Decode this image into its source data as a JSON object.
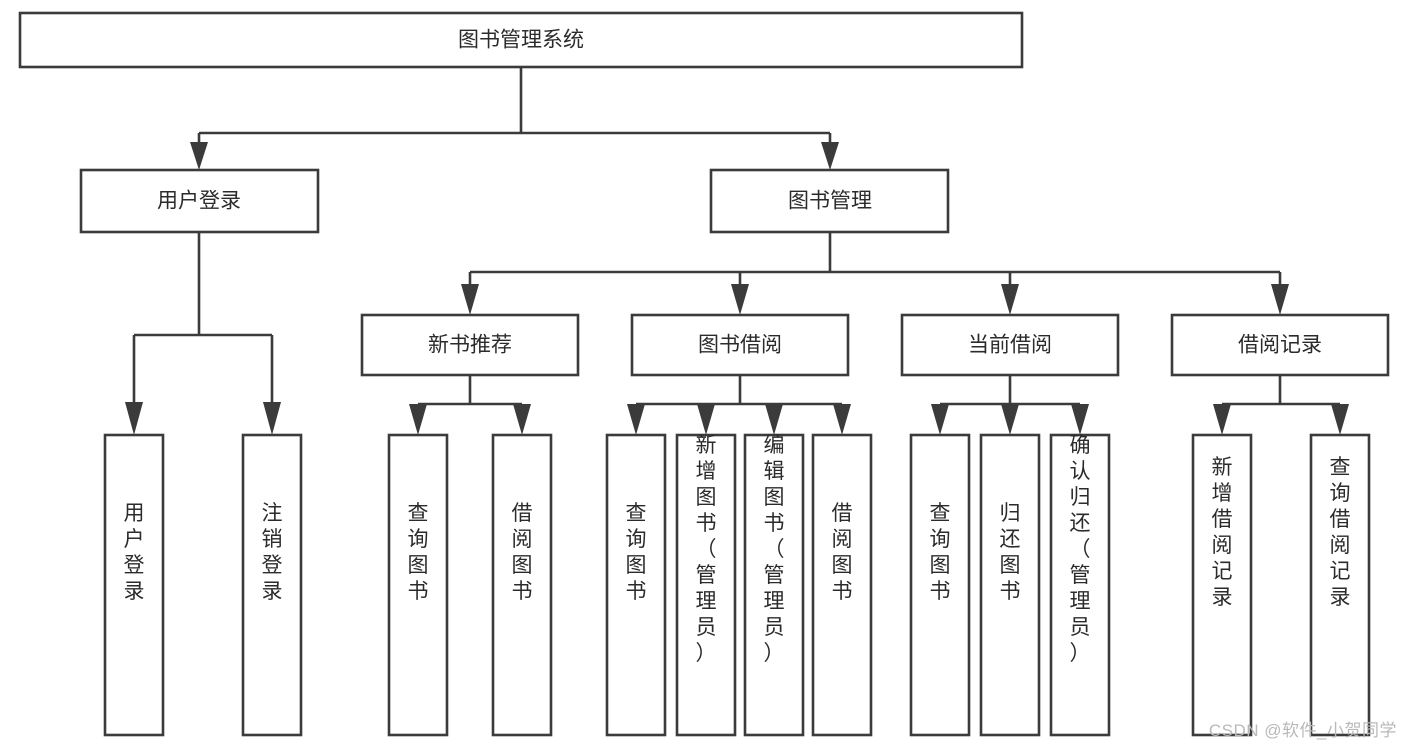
{
  "diagram": {
    "title": "图书管理系统",
    "type": "tree-hierarchy-diagram",
    "colors": {
      "box_fill": "#ffffff",
      "box_stroke": "#3b3b3b",
      "text": "#2b2b2b",
      "background": "#ffffff",
      "watermark": "#b9b9b9"
    },
    "root": {
      "label": "图书管理系统"
    },
    "level2": [
      {
        "label": "用户登录"
      },
      {
        "label": "图书管理"
      }
    ],
    "level3": [
      {
        "label": "新书推荐"
      },
      {
        "label": "图书借阅"
      },
      {
        "label": "当前借阅"
      },
      {
        "label": "借阅记录"
      }
    ],
    "leaves": {
      "user_login": [
        {
          "label": "用户登录"
        },
        {
          "label": "注销登录"
        }
      ],
      "new_book_recommend": [
        {
          "label": "查询图书"
        },
        {
          "label": "借阅图书"
        }
      ],
      "book_borrow": [
        {
          "label": "查询图书"
        },
        {
          "label": "新增图书（管理员）"
        },
        {
          "label": "编辑图书（管理员）"
        },
        {
          "label": "借阅图书"
        }
      ],
      "current_borrow": [
        {
          "label": "查询图书"
        },
        {
          "label": "归还图书"
        },
        {
          "label": "确认归还（管理员）"
        }
      ],
      "borrow_record": [
        {
          "label": "新增借阅记录"
        },
        {
          "label": "查询借阅记录"
        }
      ]
    }
  },
  "watermark": {
    "text": "CSDN @软件_小贺同学"
  }
}
